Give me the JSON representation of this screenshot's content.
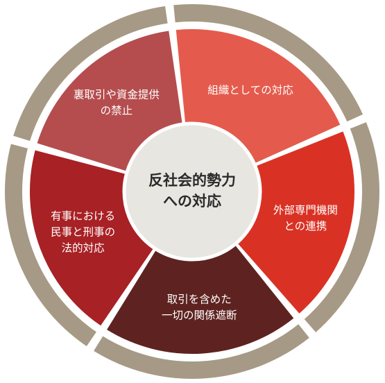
{
  "center": {
    "lines": [
      "反社会的勢力",
      "への対応"
    ]
  },
  "segments": [
    {
      "id": "organization",
      "lines": [
        "組織としての対応"
      ],
      "color": "#e45b4d"
    },
    {
      "id": "external",
      "lines": [
        "外部専門機関",
        "との連携"
      ],
      "color": "#d93224"
    },
    {
      "id": "severance",
      "lines": [
        "取引を含めた",
        "一切の関係遮断"
      ],
      "color": "#5e2320"
    },
    {
      "id": "legal",
      "lines": [
        "有事における",
        "民事と刑事の",
        "法的対応"
      ],
      "color": "#a82125"
    },
    {
      "id": "prohibition",
      "lines": [
        "裏取引や資金提供",
        "の禁止"
      ],
      "color": "#b54d4e"
    }
  ],
  "colors": {
    "outer_ring": "#a69a86",
    "center_fill": "#e8e6e1",
    "separator": "#ffffff"
  }
}
